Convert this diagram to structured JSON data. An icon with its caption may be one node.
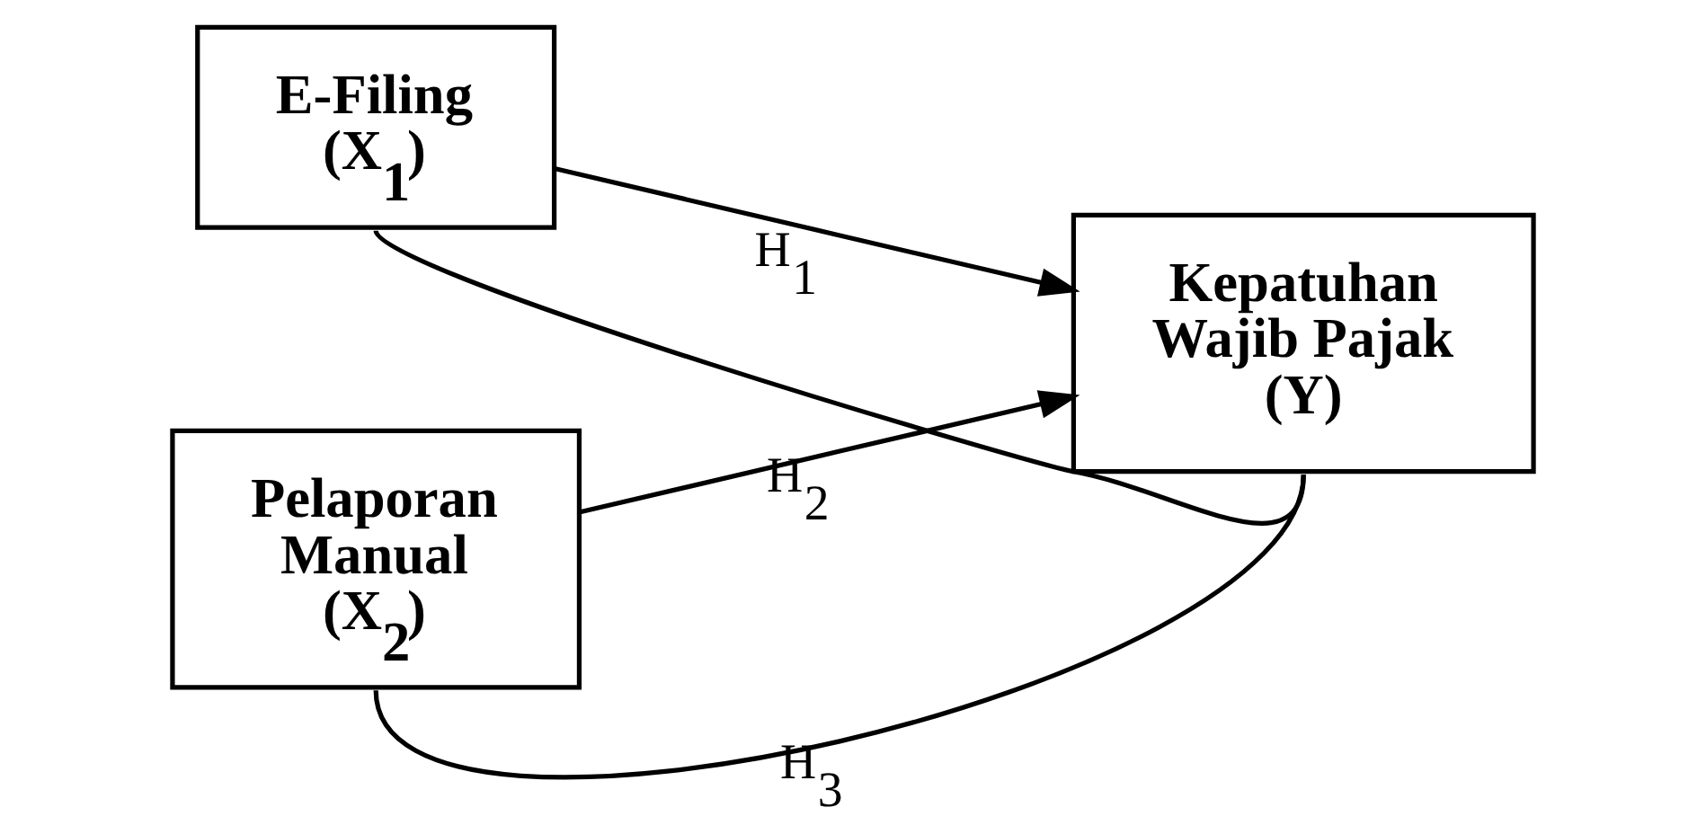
{
  "diagram": {
    "nodes": [
      {
        "text": [
          "E-Filing (X$_{1}$)"
        ]
      },
      {
        "text": [
          "Pelaporan Manual (X$_{2}$)"
        ]
      },
      {
        "text": [
          "Kepatuhan Wajib Pajak (Y)"
        ]
      }
    ],
    "edges": [
      {
        "from": 0,
        "to": 2,
        "arrow": "to",
        "label": "H$_{1}$"
      },
      {
        "from": 1,
        "to": 2,
        "arrow": "to",
        "label": "H$_{2}$"
      },
      {
        "from": 0,
        "to": 2,
        "arrow": "none"
      },
      {
        "from": 1,
        "to": 2,
        "arrow": "none",
        "label": "H$_{3}$"
      }
    ]
  }
}
